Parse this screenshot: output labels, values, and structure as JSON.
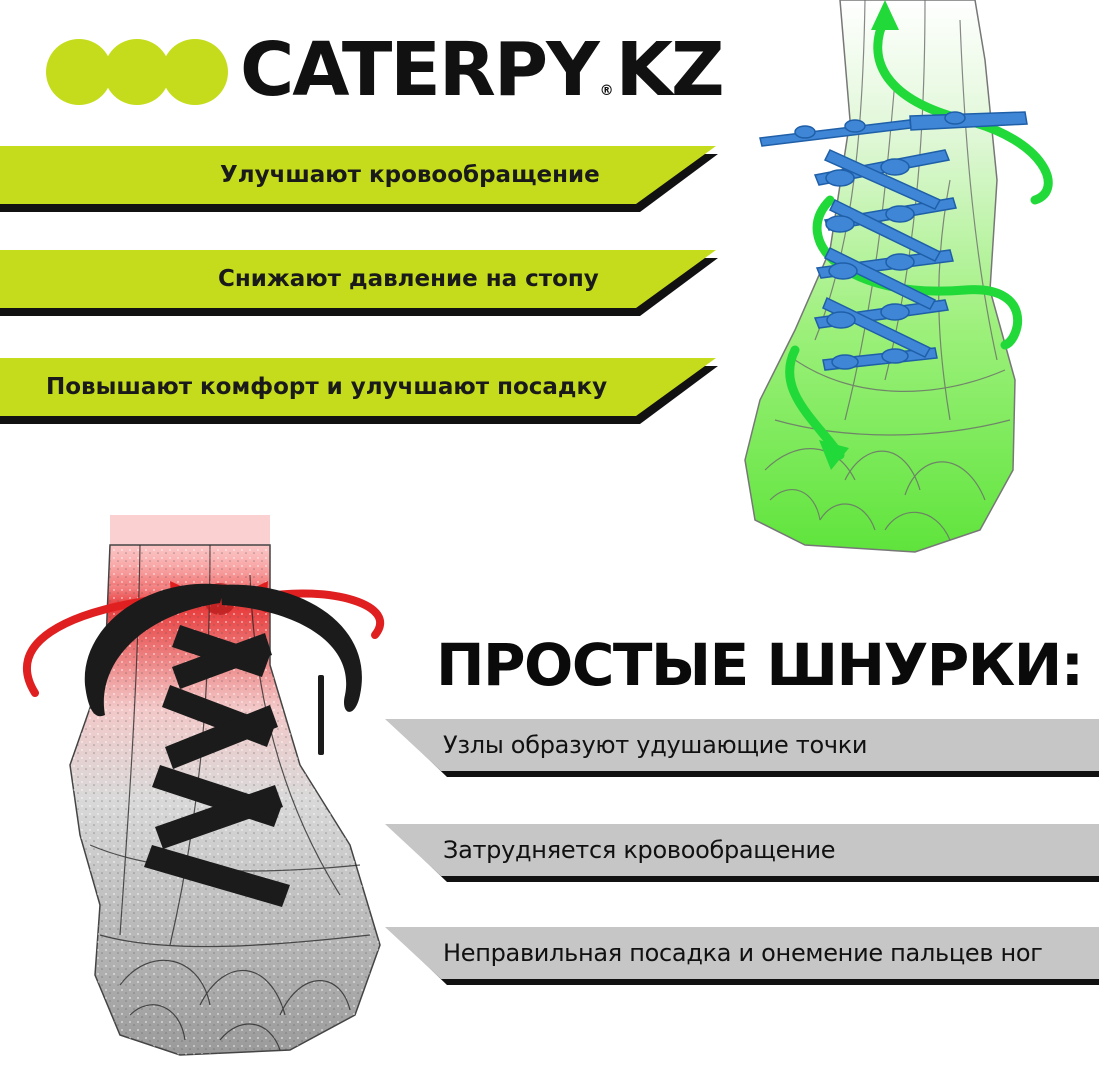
{
  "brand": {
    "name_left": "CATERPY",
    "registered": "®",
    "name_right": "KZ",
    "dot_color": "#c5dc1c"
  },
  "benefits": [
    {
      "label": "Улучшают кровообращение"
    },
    {
      "label": "Снижают давление на стопу"
    },
    {
      "label": "Повышают комфорт и улучшают посадку"
    }
  ],
  "headline": "ПРОСТЫЕ ШНУРКИ:",
  "drawbacks": [
    {
      "label": "Узлы образуют удушающие точки"
    },
    {
      "label": "Затрудняется кровообращение"
    },
    {
      "label": "Неправильная посадка и онемение пальцев ног"
    }
  ],
  "colors": {
    "accent_green": "#c5dc1c",
    "banner_grey": "#c6c6c6",
    "lace_blue": "#3f86d6",
    "foot_green": "#6be84a",
    "arrow_green": "#22d93a",
    "pressure_red": "#e02020"
  }
}
